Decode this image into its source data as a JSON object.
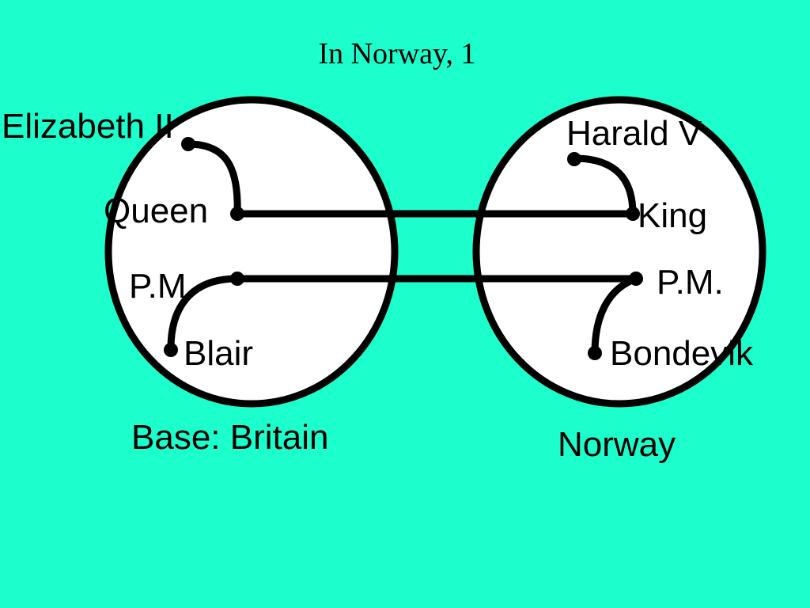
{
  "colors": {
    "background": "#1cffcc",
    "space_fill": "#ffffff",
    "stroke": "#000000"
  },
  "title": "In Norway, 1",
  "left_space": {
    "role_top": "Queen",
    "value_top": "Elizabeth II",
    "role_bottom": "P.M",
    "value_bottom": "Blair",
    "caption": "Base: Britain"
  },
  "right_space": {
    "role_top": "King",
    "value_top": "Harald V",
    "role_bottom": "P.M.",
    "value_bottom": "Bondevik",
    "caption": "Norway"
  }
}
